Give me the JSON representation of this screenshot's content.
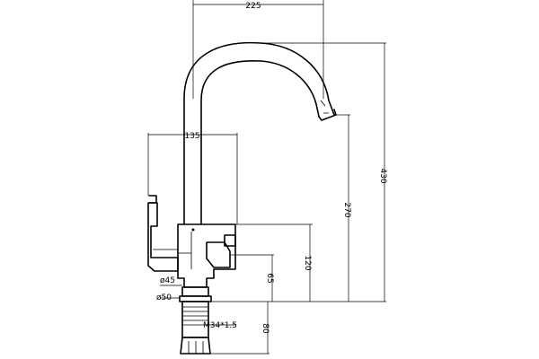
{
  "diagram": {
    "dimensions": {
      "spout_reach": "225",
      "handle_spread": "135",
      "total_height": "430",
      "spout_height": "270",
      "body_height": "120",
      "lower_body_height": "65",
      "shank_length": "80",
      "diameter_upper": "ø45",
      "diameter_lower": "ø50",
      "thread": "M34*1.5"
    }
  }
}
